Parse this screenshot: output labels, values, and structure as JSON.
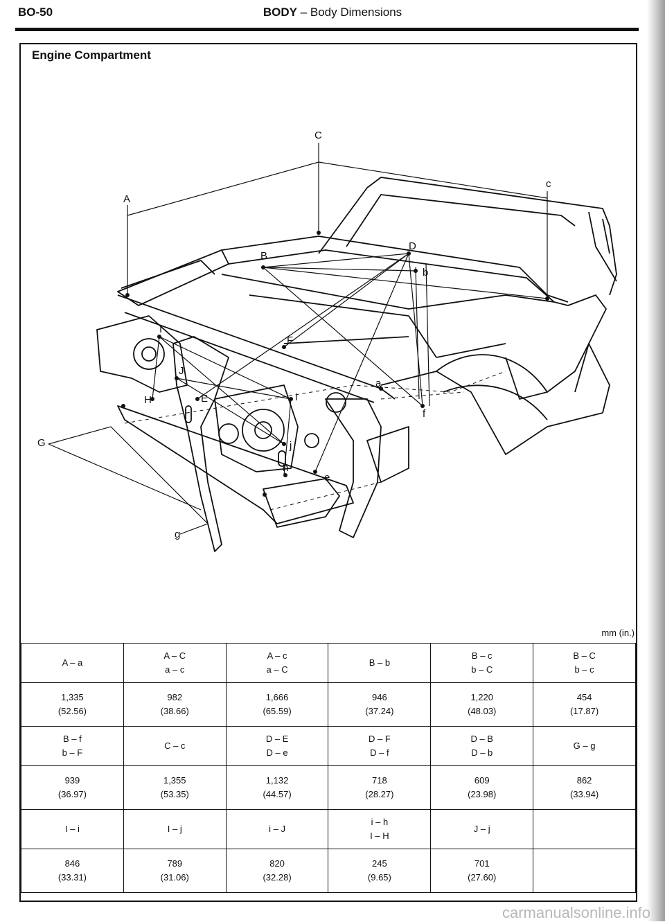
{
  "header": {
    "page_code": "BO-50",
    "section": "BODY",
    "separator": "–",
    "subtitle": "Body Dimensions"
  },
  "section_title": "Engine Compartment",
  "units": "mm (in.)",
  "diagram_labels": [
    "C",
    "A",
    "c",
    "B",
    "D",
    "b",
    "F",
    "I",
    "J",
    "E",
    "H",
    "G",
    "i",
    "j",
    "h",
    "e",
    "a",
    "f",
    "g"
  ],
  "table": {
    "rows": [
      {
        "type": "label",
        "cells": [
          [
            "A – a"
          ],
          [
            "A – C",
            "a – c"
          ],
          [
            "A – c",
            "a – C"
          ],
          [
            "B – b"
          ],
          [
            "B – c",
            "b – C"
          ],
          [
            "B – C",
            "b – c"
          ]
        ]
      },
      {
        "type": "value",
        "cells": [
          [
            "1,335",
            "(52.56)"
          ],
          [
            "982",
            "(38.66)"
          ],
          [
            "1,666",
            "(65.59)"
          ],
          [
            "946",
            "(37.24)"
          ],
          [
            "1,220",
            "(48.03)"
          ],
          [
            "454",
            "(17.87)"
          ]
        ]
      },
      {
        "type": "label",
        "cells": [
          [
            "B – f",
            "b – F"
          ],
          [
            "C – c"
          ],
          [
            "D – E",
            "D – e"
          ],
          [
            "D – F",
            "D – f"
          ],
          [
            "D – B",
            "D – b"
          ],
          [
            "G – g"
          ]
        ]
      },
      {
        "type": "value",
        "cells": [
          [
            "939",
            "(36.97)"
          ],
          [
            "1,355",
            "(53.35)"
          ],
          [
            "1,132",
            "(44.57)"
          ],
          [
            "718",
            "(28.27)"
          ],
          [
            "609",
            "(23.98)"
          ],
          [
            "862",
            "(33.94)"
          ]
        ]
      },
      {
        "type": "label",
        "cells": [
          [
            "I – i"
          ],
          [
            "I – j"
          ],
          [
            "i – J"
          ],
          [
            "i – h",
            "I – H"
          ],
          [
            "J – j"
          ],
          []
        ]
      },
      {
        "type": "value",
        "cells": [
          [
            "846",
            "(33.31)"
          ],
          [
            "789",
            "(31.06)"
          ],
          [
            "820",
            "(32.28)"
          ],
          [
            "245",
            "(9.65)"
          ],
          [
            "701",
            "(27.60)"
          ],
          []
        ]
      }
    ]
  },
  "footer": "carmanualsonline.info"
}
